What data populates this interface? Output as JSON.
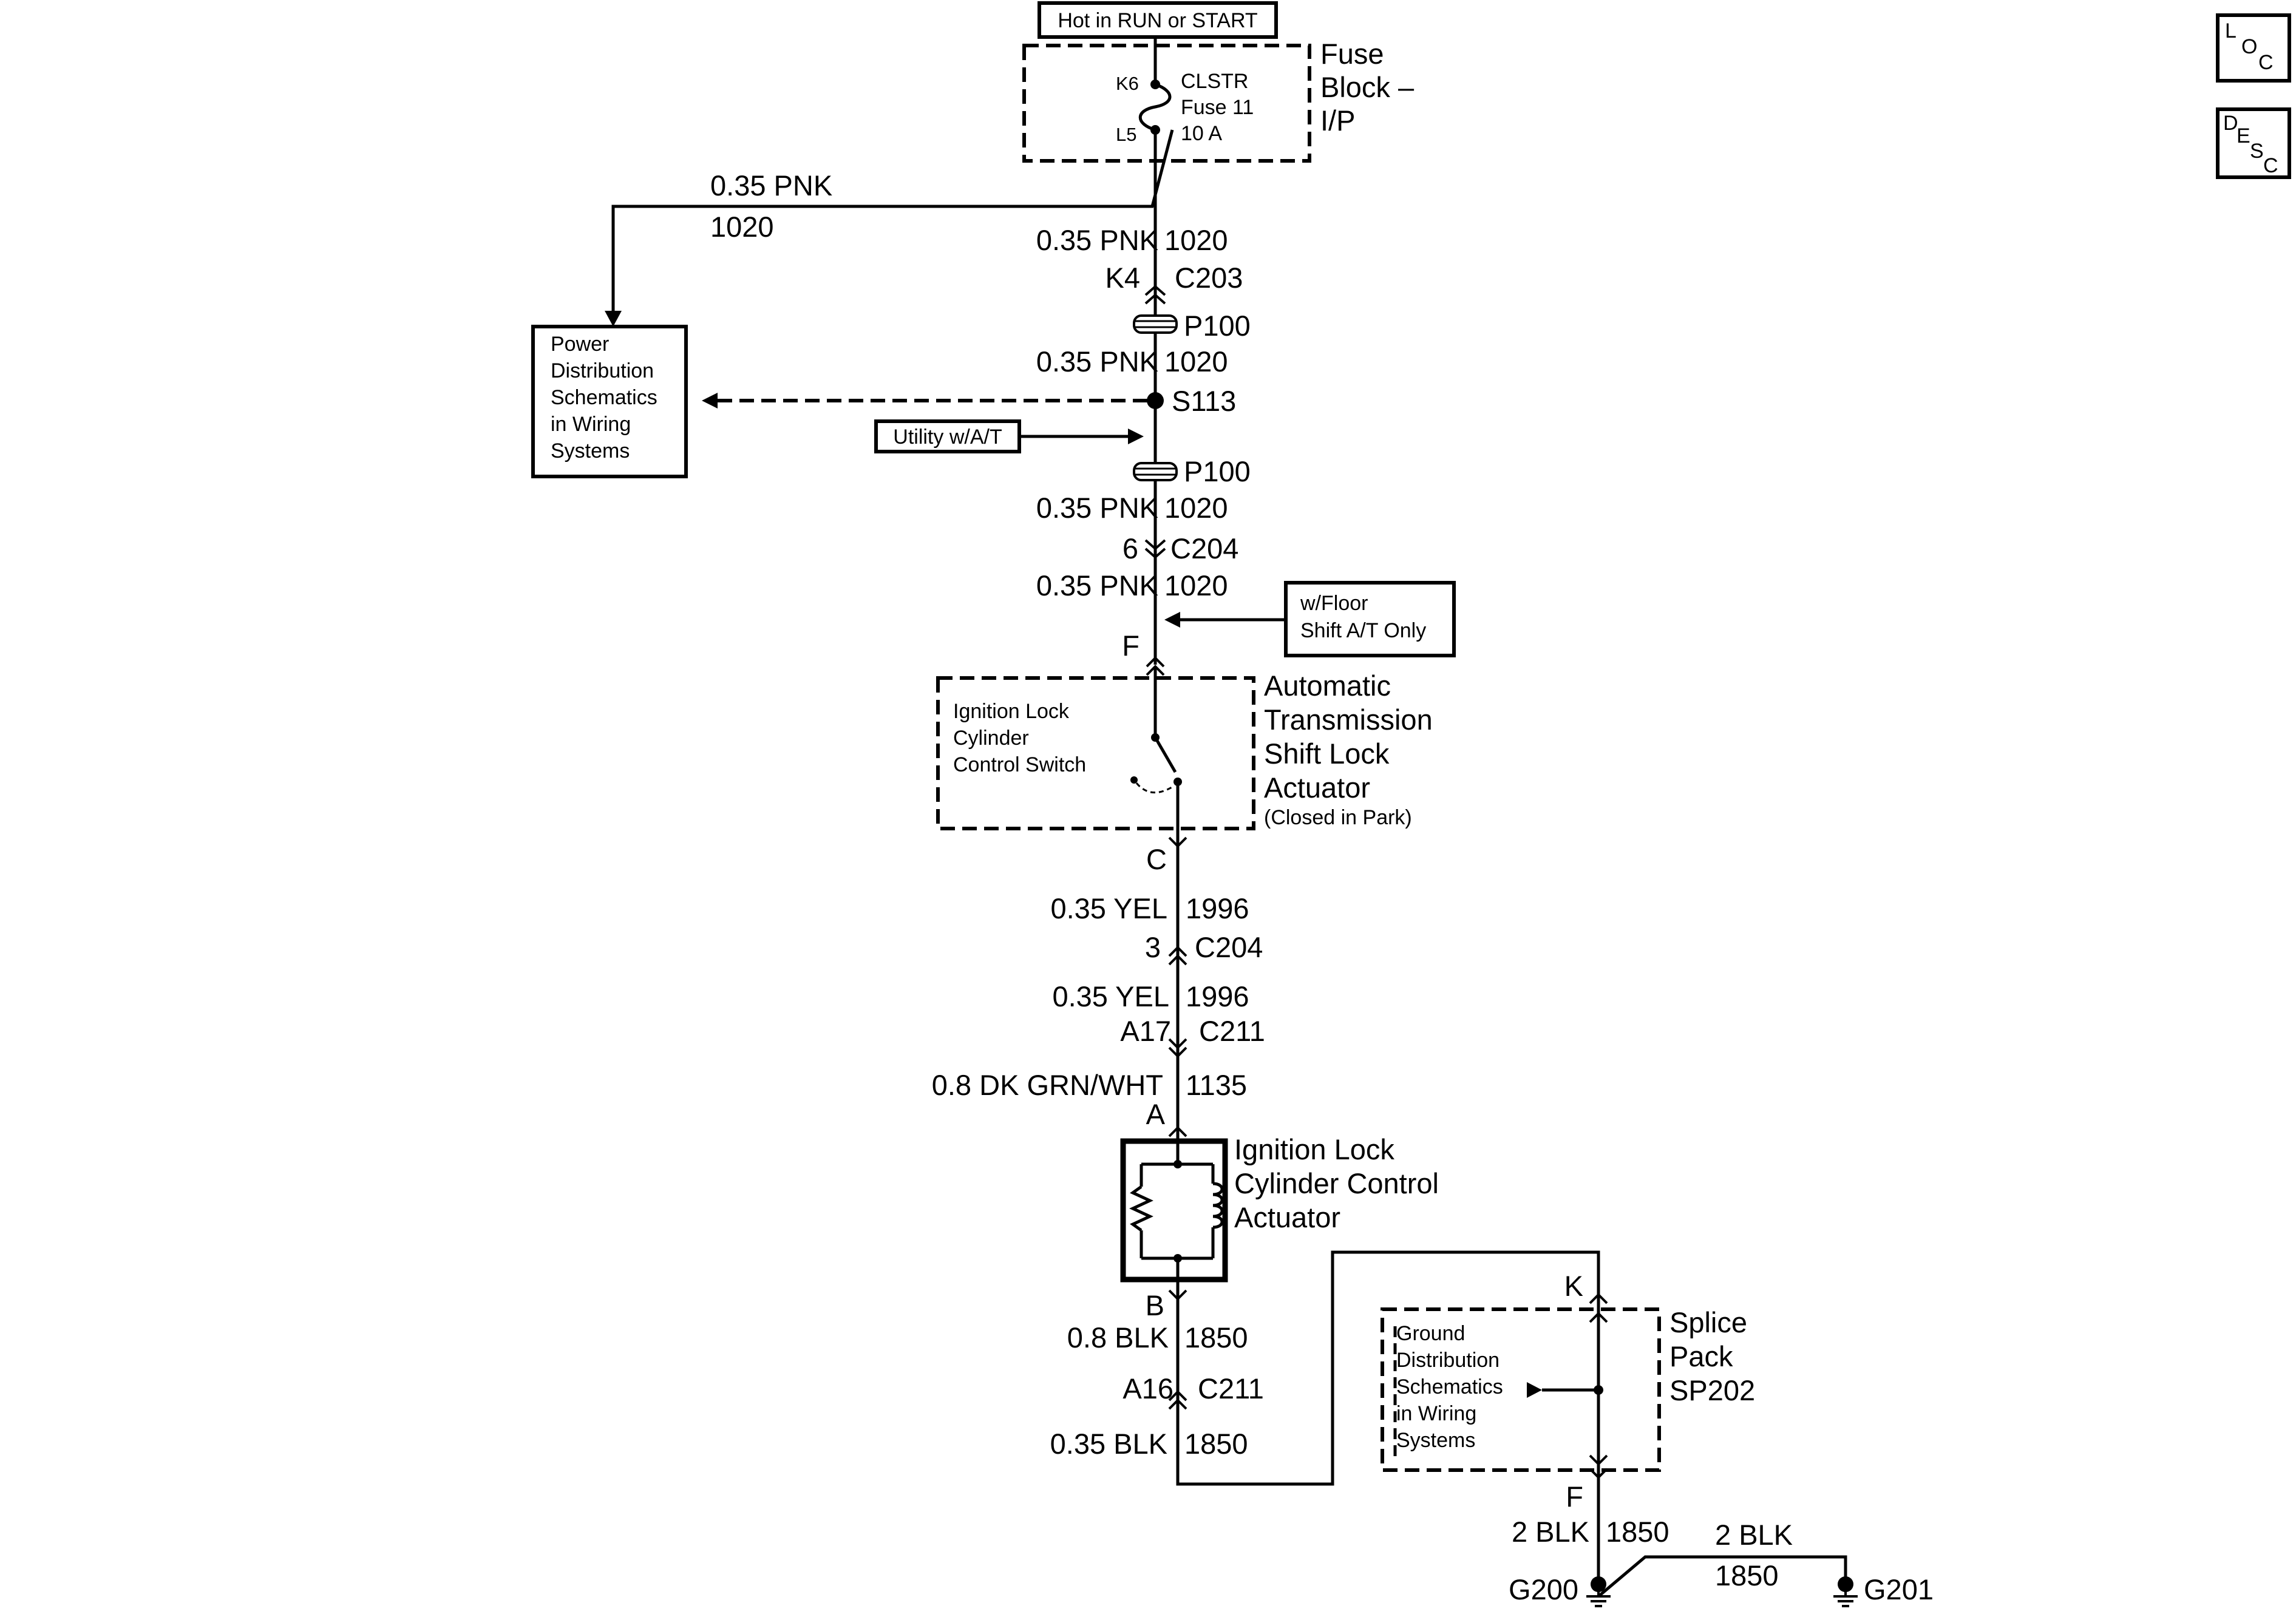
{
  "nav": {
    "loc_l": "L",
    "loc_o": "O",
    "loc_c": "C",
    "desc_d": "D",
    "desc_e": "E",
    "desc_s": "S",
    "desc_c": "C"
  },
  "fuse_block": {
    "hot_label": "Hot in RUN or START",
    "title_lines": [
      "Fuse",
      "Block –",
      "I/P"
    ],
    "pin_in": "K6",
    "pin_out": "L5",
    "fuse_lines": [
      "CLSTR",
      "Fuse 11",
      "10 A"
    ]
  },
  "branch_wire": {
    "color": "0.35 PNK",
    "circuit": "1020"
  },
  "power_box": {
    "lines": [
      "Power",
      "Distribution",
      "Schematics",
      "in Wiring",
      "Systems"
    ]
  },
  "wires": {
    "w1": {
      "color": "0.35 PNK",
      "circuit": "1020"
    },
    "w2": {
      "color": "0.35 PNK",
      "circuit": "1020"
    },
    "w3": {
      "color": "0.35 PNK",
      "circuit": "1020"
    },
    "w4": {
      "color": "0.35 PNK",
      "circuit": "1020"
    },
    "w5": {
      "color": "0.35 YEL",
      "circuit": "1996"
    },
    "w6": {
      "color": "0.35 YEL",
      "circuit": "1996"
    },
    "w7": {
      "color": "0.8 DK GRN/WHT",
      "circuit": "1135"
    },
    "w8": {
      "color": "0.8 BLK",
      "circuit": "1850"
    },
    "w9": {
      "color": "0.35 BLK",
      "circuit": "1850"
    },
    "w10": {
      "color": "2 BLK",
      "circuit": "1850"
    },
    "w11": {
      "color": "2 BLK",
      "circuit": "1850"
    }
  },
  "connectors": {
    "c203": {
      "pin": "K4",
      "name": "C203"
    },
    "p100_a": "P100",
    "s113": "S113",
    "p100_b": "P100",
    "c204_a": {
      "pin": "6",
      "name": "C204"
    },
    "c204_b": {
      "pin": "3",
      "name": "C204"
    },
    "c211_a": {
      "pin": "A17",
      "name": "C211"
    },
    "c211_b": {
      "pin": "A16",
      "name": "C211"
    }
  },
  "utility_box": "Utility w/A/T",
  "floor_box": {
    "lines": [
      "w/Floor",
      "Shift A/T Only"
    ]
  },
  "shift_lock": {
    "pin_top": "F",
    "pin_bottom": "C",
    "switch_lines": [
      "Ignition Lock",
      "Cylinder",
      "Control Switch"
    ],
    "title_lines": [
      "Automatic",
      "Transmission",
      "Shift Lock",
      "Actuator"
    ],
    "note": "(Closed in Park)"
  },
  "actuator": {
    "pin_top": "A",
    "pin_bottom": "B",
    "title_lines": [
      "Ignition Lock",
      "Cylinder Control",
      "Actuator"
    ]
  },
  "splice_pack": {
    "pin_top": "K",
    "pin_bottom": "F",
    "title_lines": [
      "Splice",
      "Pack",
      "SP202"
    ],
    "ground_lines": [
      "Ground",
      "Distribution",
      "Schematics",
      "in Wiring",
      "Systems"
    ]
  },
  "grounds": {
    "g200": "G200",
    "g201": "G201"
  }
}
